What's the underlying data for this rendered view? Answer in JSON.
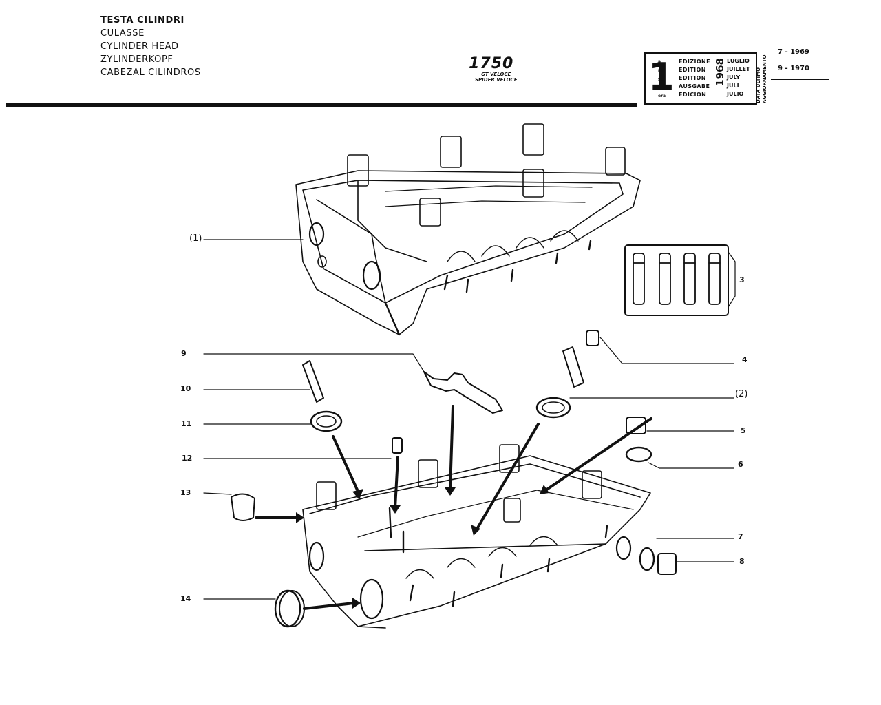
{
  "header": {
    "titles": [
      "TESTA CILINDRI",
      "CULASSE",
      "CYLINDER HEAD",
      "ZYLINDERKOPF",
      "CABEZAL CILINDROS"
    ],
    "model": "1750",
    "variants": [
      "GT VELOCE",
      "SPIDER VELOCE"
    ]
  },
  "edition": {
    "number": "1",
    "ordinals": [
      "a",
      "re",
      "st",
      ".",
      "era"
    ],
    "labels": [
      "EDIZIONE",
      "EDITION",
      "EDITION",
      "AUSGABE",
      "EDICION"
    ],
    "year": "1968",
    "months": [
      "LUGLIO",
      "JUILLET",
      "JULY",
      "JULI",
      "JULIO"
    ],
    "update_title": "DATA ULTIMO AGGIORNAMENTO",
    "update_dates": [
      "7 - 1969",
      "9 - 1970",
      ""
    ]
  },
  "callouts": {
    "c1": "(1)",
    "c2": "(2)",
    "c3": "3",
    "c4": "4",
    "c5": "5",
    "c6": "6",
    "c7": "7",
    "c8": "8",
    "c9": "9",
    "c10": "10",
    "c11": "11",
    "c12": "12",
    "c13": "13",
    "c14": "14"
  },
  "colors": {
    "ink": "#111111",
    "paper": "#ffffff"
  }
}
